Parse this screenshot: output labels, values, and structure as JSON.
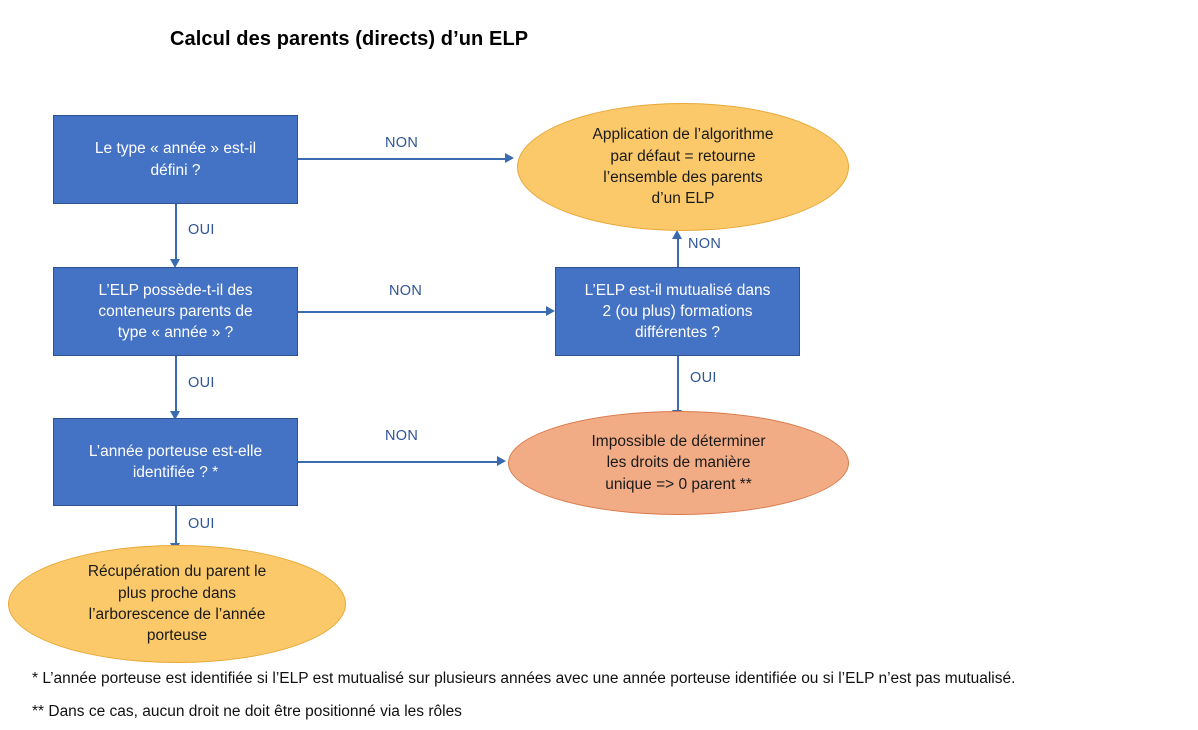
{
  "title": "Calcul des parents (directs) d’un ELP",
  "colors": {
    "box_fill": "#4472C4",
    "box_border": "#2F528F",
    "box_text": "#FFFFFF",
    "ellipse_orange_fill": "#FBC96A",
    "ellipse_orange_border": "#E8A838",
    "ellipse_salmon_fill": "#F2AC85",
    "ellipse_salmon_border": "#D9794A",
    "connector": "#3A6AB0",
    "edge_label_text": "#2F5496",
    "background": "#FFFFFF",
    "title_text": "#000000",
    "footnote_text": "#111111"
  },
  "nodes": {
    "decision_type_annee": {
      "shape": "rectangle",
      "lines": [
        "Le type « année » est-il",
        "défini ?"
      ]
    },
    "decision_conteneurs_parents": {
      "shape": "rectangle",
      "lines": [
        "L’ELP possède-t-il des",
        "conteneurs parents de",
        "type « année » ?"
      ]
    },
    "decision_annee_porteuse": {
      "shape": "rectangle",
      "lines": [
        "L’année porteuse est-elle",
        "identifiée ? *"
      ]
    },
    "decision_mutualise": {
      "shape": "rectangle",
      "lines": [
        "L’ELP est-il mutualisé dans",
        "2 (ou plus) formations",
        "différentes ?"
      ]
    },
    "result_algorithme_defaut": {
      "shape": "ellipse",
      "lines": [
        "Application de l’algorithme",
        "par défaut = retourne",
        "l’ensemble des parents",
        "d’un ELP"
      ]
    },
    "result_impossible": {
      "shape": "ellipse",
      "lines": [
        "Impossible de déterminer",
        "les droits de manière",
        "unique => 0 parent **"
      ]
    },
    "result_recuperation": {
      "shape": "ellipse",
      "lines": [
        "Récupération du parent le",
        "plus proche dans",
        "l’arborescence de l’année",
        "porteuse"
      ]
    }
  },
  "edges": {
    "type_annee_to_algorithme": "NON",
    "type_annee_to_conteneurs": "OUI",
    "conteneurs_to_mutualise": "NON",
    "conteneurs_to_annee_porteuse": "OUI",
    "mutualise_to_algorithme": "NON",
    "mutualise_to_impossible": "OUI",
    "annee_porteuse_to_impossible": "NON",
    "annee_porteuse_to_recuperation": "OUI"
  },
  "footnotes": {
    "single_star": "* L’année porteuse est identifiée si l’ELP est mutualisé sur plusieurs années avec une année porteuse identifiée ou si l’ELP n’est pas mutualisé.",
    "double_star": "** Dans ce cas, aucun droit ne doit être positionné via les rôles"
  }
}
